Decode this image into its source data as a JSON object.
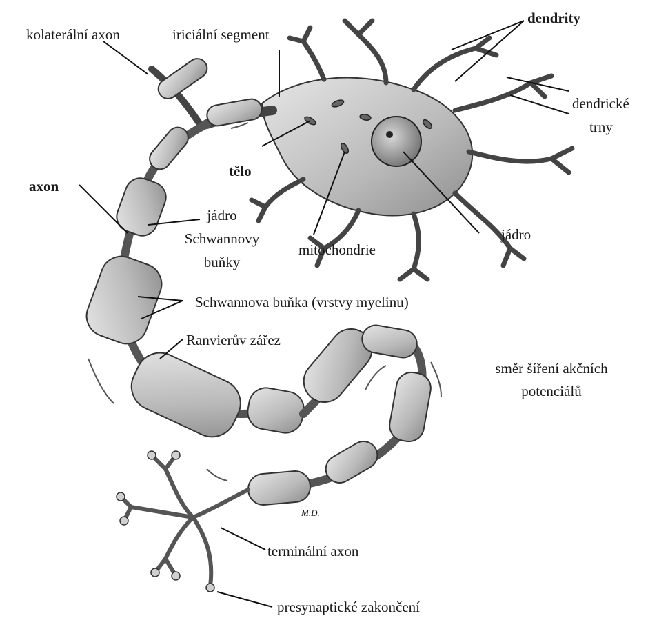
{
  "labels": {
    "kolateralni_axon": "kolaterální axon",
    "inicialni_segment": "iriciální segment",
    "dendrity": "dendrity",
    "dendricke": "dendrické",
    "trny": "trny",
    "telo": "tělo",
    "axon": "axon",
    "jadro_schwann_1": "jádro",
    "jadro_schwann_2": "Schwannovy",
    "jadro_schwann_3": "buňky",
    "mitochondrie": "mitochondrie",
    "jadro": "jádro",
    "schwannova_bunka": "Schwannova buňka (vrstvy myelinu)",
    "ranvieruv_zarez": "Ranvierův zářez",
    "smer_1": "směr šíření akčních",
    "smer_2": "potenciálů",
    "terminalni_axon": "terminální axon",
    "presynapticke": "presynaptické zakončení",
    "signature": "M.D."
  }
}
